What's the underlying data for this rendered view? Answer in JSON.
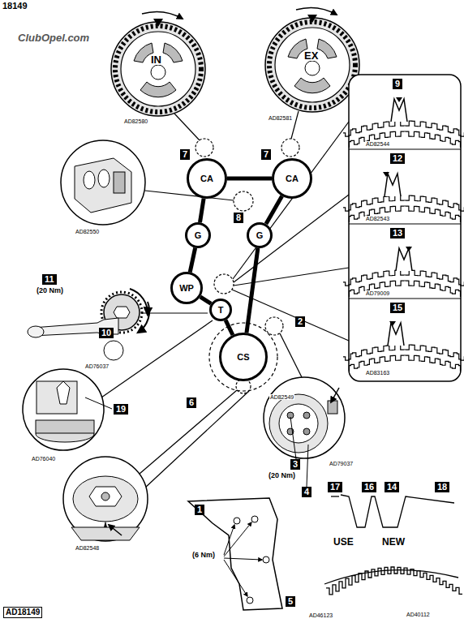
{
  "diagram": {
    "nodes": [
      {
        "text": [
          "CA"
        ]
      },
      {
        "text": [
          "CA"
        ]
      },
      {
        "text": [
          "G"
        ]
      },
      {
        "text": [
          "G"
        ]
      },
      {
        "text": [
          "WP"
        ]
      },
      {
        "text": [
          "T"
        ]
      },
      {
        "text": [
          "CS"
        ]
      }
    ],
    "edges": [
      {
        "from": 0,
        "to": 1,
        "arrow": "none"
      },
      {
        "from": 1,
        "to": 3,
        "arrow": "none"
      },
      {
        "from": 3,
        "to": 6,
        "arrow": "none"
      },
      {
        "from": 6,
        "to": 5,
        "arrow": "none"
      },
      {
        "from": 5,
        "to": 4,
        "arrow": "none"
      },
      {
        "from": 4,
        "to": 2,
        "arrow": "none"
      },
      {
        "from": 2,
        "to": 0,
        "arrow": "none"
      }
    ],
    "labels": [
      "18149",
      "ClubOpel.com",
      "IN",
      "EX",
      "AD82580",
      "AD82581",
      "7",
      "7",
      "9",
      "AD82544",
      "12",
      "AD82543",
      "13",
      "AD79009",
      "15",
      "AD83163",
      "8",
      "AD82550",
      "11",
      "(20 Nm)",
      "10",
      "AD76037",
      "2",
      "19",
      "AD76040",
      "AD82549",
      "6",
      "3",
      "(20 Nm)",
      "4",
      "AD79037",
      "AD82548",
      "1",
      "(6 Nm)",
      "5",
      "AD46123",
      "17",
      "16",
      "14",
      "18",
      "USE",
      "NEW",
      "AD40112",
      "AD18149"
    ]
  }
}
